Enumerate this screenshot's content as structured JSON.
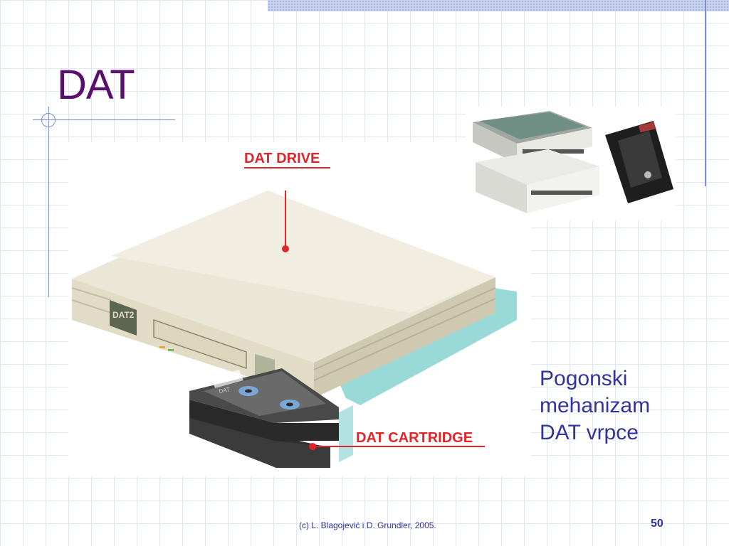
{
  "slide": {
    "title": "DAT",
    "body_lines": [
      "Pogonski",
      "mehanizam",
      "DAT vrpce"
    ],
    "footer": "(c) L. Blagojević i D. Grundler, 2005.",
    "page_number": "50"
  },
  "diagram": {
    "drive_callout": "DAT DRIVE",
    "cartridge_callout": "DAT CARTRIDGE",
    "drive_badge": "DAT2",
    "cartridge_label": "DAT"
  },
  "colors": {
    "title": "#5a0f6e",
    "text": "#333399",
    "callout": "#e0262b"
  }
}
